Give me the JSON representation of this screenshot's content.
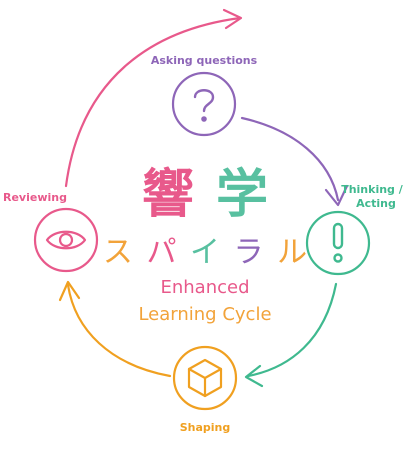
{
  "title": {
    "chars": [
      {
        "char": "響",
        "color": "#e8598b"
      },
      {
        "char": "学",
        "color": "#58c0a0"
      }
    ]
  },
  "subtitle_jp": {
    "chars": [
      {
        "char": "ス",
        "color": "#f2a33a"
      },
      {
        "char": "パ",
        "color": "#e8598b"
      },
      {
        "char": "イ",
        "color": "#58c0a0"
      },
      {
        "char": "ラ",
        "color": "#8e66b8"
      },
      {
        "char": "ル",
        "color": "#f2a33a"
      }
    ]
  },
  "subtitle_en": {
    "line1": "Enhanced",
    "line2": "Learning Cycle"
  },
  "stages": {
    "asking": {
      "label": "Asking questions",
      "color": "#8e66b8",
      "icon": "question-mark-icon"
    },
    "thinking": {
      "label_line1": "Thinking /",
      "label_line2": "Acting",
      "color": "#3fb98f",
      "icon": "exclamation-icon"
    },
    "shaping": {
      "label": "Shaping",
      "color": "#f0a020",
      "icon": "cube-icon"
    },
    "reviewing": {
      "label": "Reviewing",
      "color": "#e8598b",
      "icon": "eye-icon"
    }
  },
  "colors": {
    "purple": "#8e66b8",
    "green": "#3fb98f",
    "orange": "#f0a020",
    "pink": "#e8598b"
  }
}
